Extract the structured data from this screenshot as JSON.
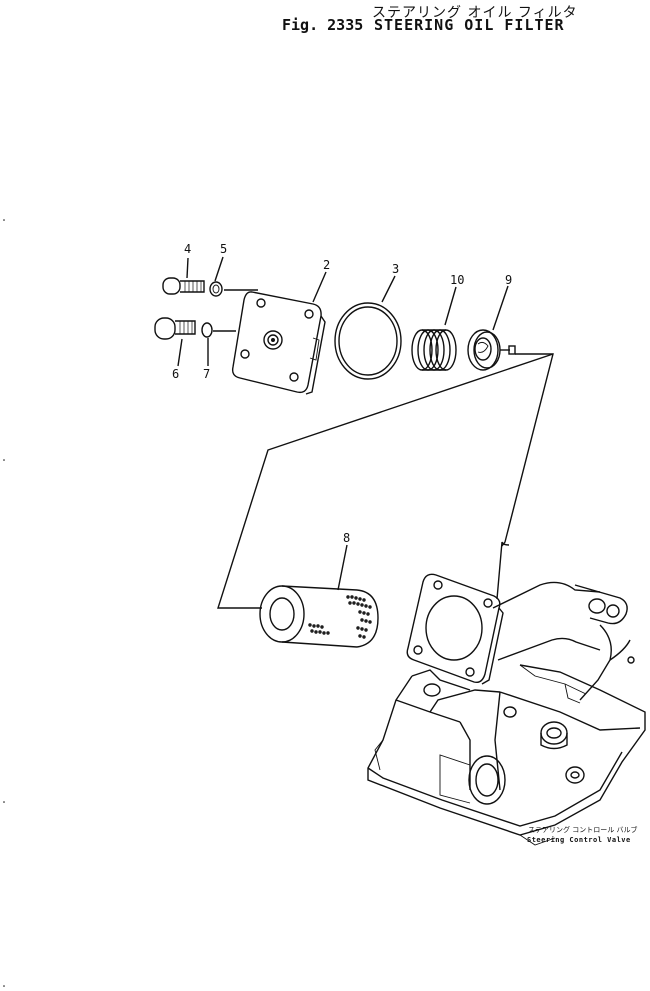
{
  "header": {
    "title_jp": "ステアリング オイル フィルタ",
    "figure_number": "Fig. 2335",
    "title_en": "STEERING OIL FILTER"
  },
  "callouts": [
    "4",
    "5",
    "2",
    "3",
    "10",
    "9",
    "6",
    "7",
    "8"
  ],
  "valve_label": {
    "jp": "ステアリング コントロール バルブ",
    "en": "Steering  Control  Valve"
  }
}
